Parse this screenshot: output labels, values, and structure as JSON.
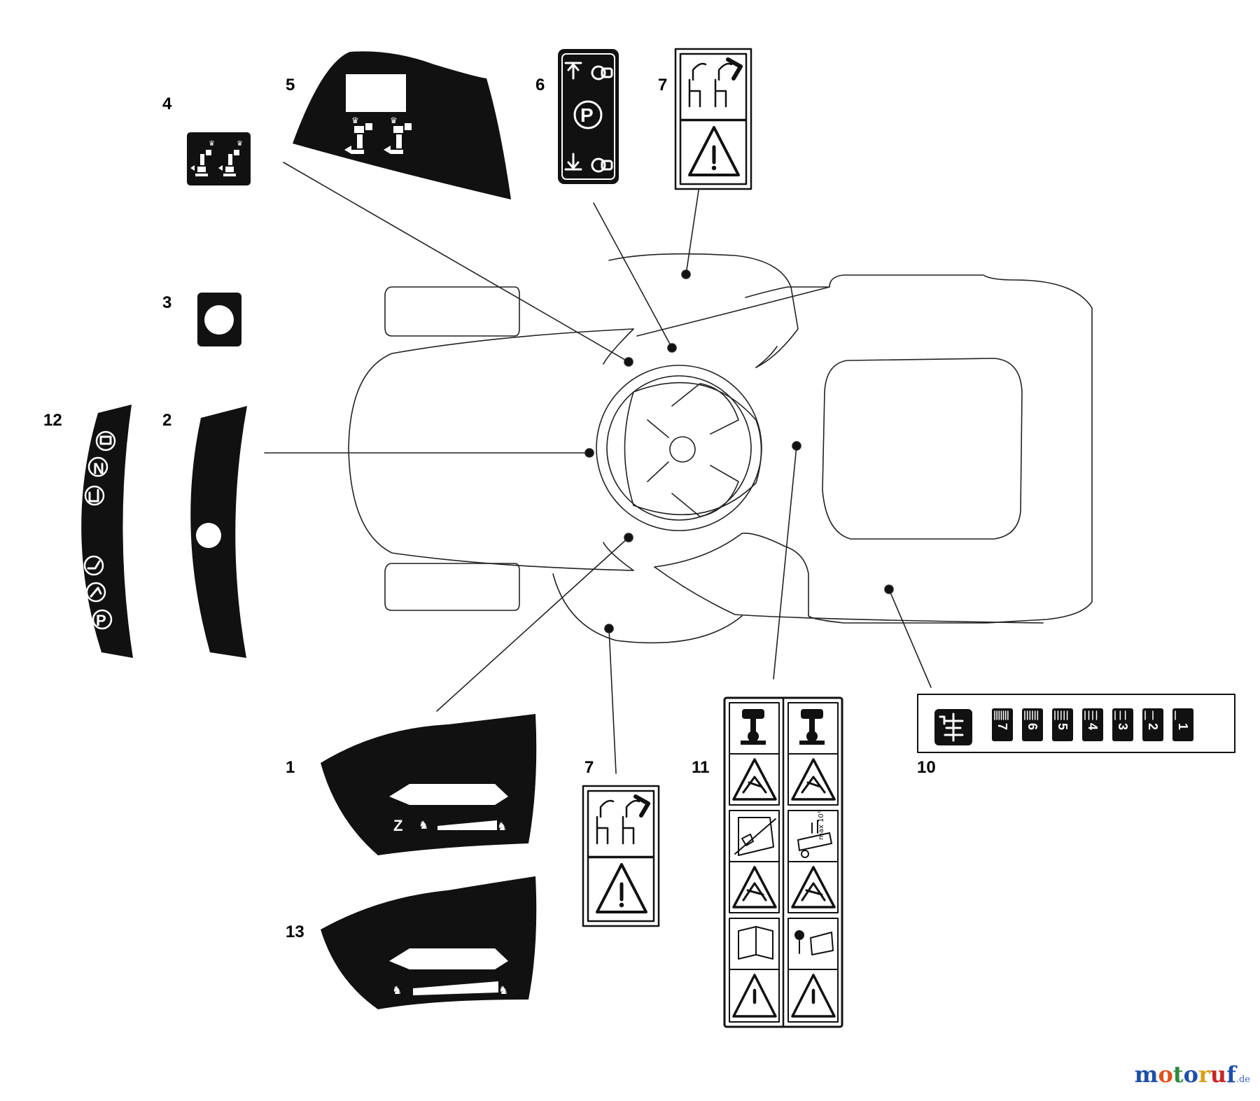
{
  "callouts": {
    "n1": "1",
    "n2": "2",
    "n3": "3",
    "n4": "4",
    "n5": "5",
    "n6": "6",
    "n7a": "7",
    "n7b": "7",
    "n10": "10",
    "n11": "11",
    "n12": "12",
    "n13": "13"
  },
  "decal_10": {
    "gears": [
      "7",
      "6",
      "5",
      "4",
      "3",
      "2",
      "1"
    ]
  },
  "decal_11": {
    "tilt_label": "max 10°"
  },
  "brand": {
    "name": "motoruf",
    "tld": ".de"
  },
  "colors": {
    "ink": "#111111",
    "paper": "#ffffff",
    "brand_letters": [
      "#1f4fa8",
      "#e0521b",
      "#2e8a3a",
      "#1f4fa8",
      "#d8a21a",
      "#c62828",
      "#1f4fa8"
    ]
  }
}
